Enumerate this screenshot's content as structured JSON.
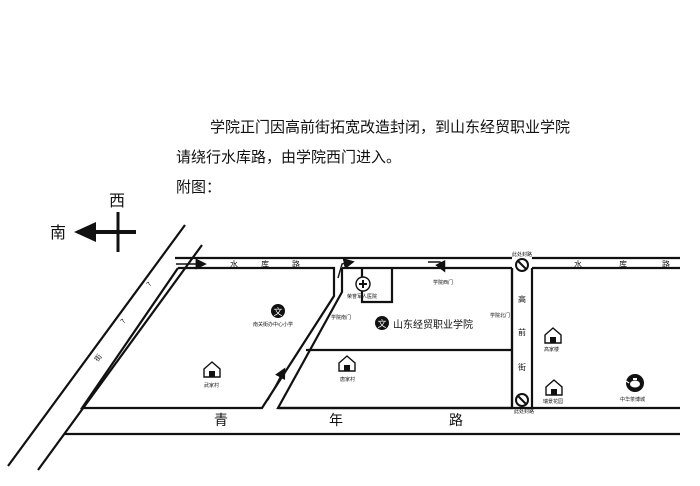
{
  "notice": {
    "line1": "学院正门因高前街拓宽改造封闭，到山东经贸职业学院",
    "line2": "请绕行水库路，由学院西门进入。",
    "line3": "附图："
  },
  "compass": {
    "west": "西",
    "south": "南"
  },
  "roads": {
    "shuiku_left": [
      "水",
      "库",
      "路"
    ],
    "shuiku_right": [
      "水",
      "库",
      "路"
    ],
    "qingnian": [
      "青",
      "年",
      "路"
    ],
    "gaoqian": [
      "高",
      "前",
      "街"
    ],
    "diagonal": [
      "?",
      "?",
      "街"
    ]
  },
  "labels": {
    "hospital": "荣誉军人医院",
    "west_gate": "学院西门",
    "south_gate": "学院南门",
    "north_gate": "学院北门",
    "college": "山东经贸职业学院",
    "primary_school": "南关街办中心小学",
    "wujia": "武家村",
    "tangjia": "唐家村",
    "gaojia": "高家楼",
    "ruijing": "瑞景花园",
    "museum": "中华茶博城",
    "closed_top": "此处封路",
    "closed_bottom": "此处封路"
  },
  "icons": {
    "school": "文",
    "college": "文",
    "hospital": "cross-icon",
    "house": "house-icon",
    "teapot": "teapot-icon",
    "noentry": "no-entry-icon",
    "arrow": "arrow-icon"
  },
  "colors": {
    "ink": "#111111",
    "background": "#ffffff"
  }
}
